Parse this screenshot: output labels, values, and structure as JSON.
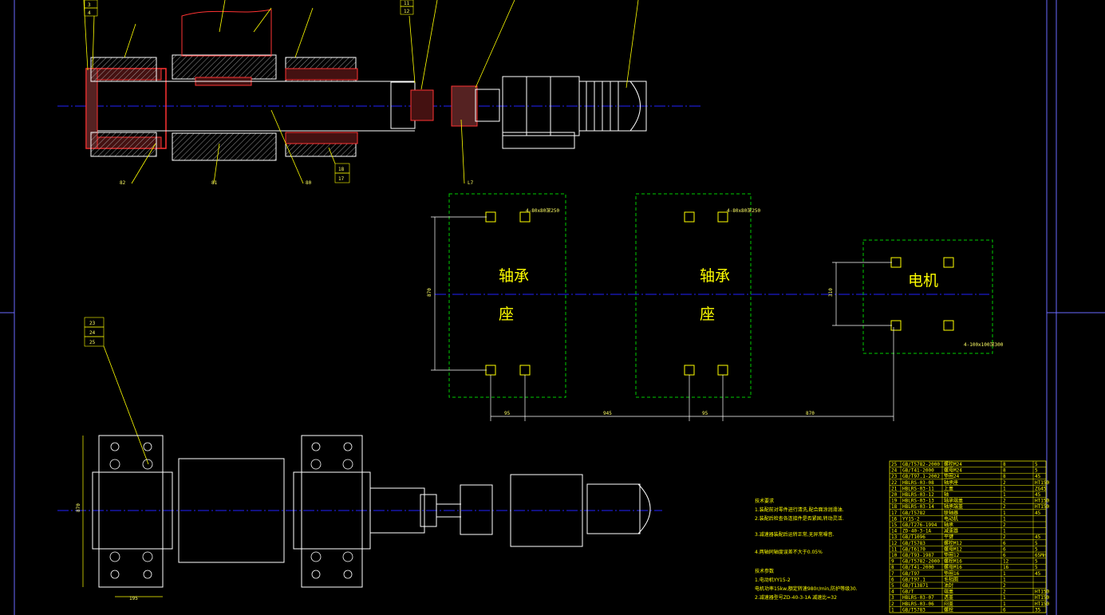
{
  "colors": {
    "background": "#000000",
    "outline": "#ffffff",
    "leader": "#ffff00",
    "centerline": "#0000ff",
    "section": "#ff3333",
    "foundation": "#00cc00",
    "text": "#ffff00"
  },
  "top_view": {
    "callouts_top": [
      "3",
      "4",
      "11",
      "12"
    ],
    "callouts_bottom": [
      "82",
      "81",
      "80",
      "18",
      "17",
      "L7"
    ]
  },
  "foundation": {
    "blocks": [
      {
        "label_line1": "轴承",
        "label_line2": "座",
        "bolt_note": "4-80x80深250"
      },
      {
        "label_line1": "轴承",
        "label_line2": "座",
        "bolt_note": "4-80x80深250"
      },
      {
        "label_line1": "电机",
        "label_line2": "",
        "bolt_note": "4-100x100深300"
      }
    ],
    "dims": {
      "height": "870",
      "motor_height": "310",
      "d1": "95",
      "d2": "945",
      "d3": "95",
      "d4": "870"
    }
  },
  "plan_view": {
    "callouts": [
      "23",
      "24",
      "25"
    ],
    "dim_left": "870",
    "dim_bottom": "195"
  },
  "notes": {
    "title1": "技术要求",
    "lines1": [
      "1.装配前对零件进行清洗,配合面涂润滑油.",
      "2.装配后检查各连接件是否紧固,转动灵活.",
      "3.减速器装配后运转正常,无异常噪音.",
      "4.两轴同轴度误差不大于0.05%"
    ],
    "title2": "技术参数",
    "lines2": [
      "1.电动机YY15-2",
      "  电机功率15kw,额定转速980r/min,防护等级30.",
      "2.减速器型号ZD-40-3-1A 减速比=32"
    ]
  },
  "parts_table": {
    "rows": [
      [
        "25",
        "GB/T5782-2000",
        "螺栓M24",
        "8",
        "5"
      ],
      [
        "24",
        "GB/T41-2000",
        "螺母M24",
        "8",
        "5"
      ],
      [
        "23",
        "GB/T97.1-2002",
        "垫圈24",
        "8",
        "45"
      ],
      [
        "22",
        "HBLRS-03-08",
        "轴承座",
        "2",
        "HT150"
      ],
      [
        "21",
        "HBLRS-03-11",
        "上盖",
        "1",
        "ZG45"
      ],
      [
        "20",
        "HBLRS-03-12",
        "轴",
        "1",
        "45"
      ],
      [
        "19",
        "HBLRS-03-13",
        "轴承端盖",
        "2",
        "HT150"
      ],
      [
        "18",
        "HBLRS-03-14",
        "轴承端盖",
        "2",
        "HT150"
      ],
      [
        "17",
        "GB/T5782",
        "联轴器",
        "1",
        "45"
      ],
      [
        "16",
        "YY15-2",
        "电动机",
        "1",
        ""
      ],
      [
        "15",
        "GB/T276-1994",
        "轴承",
        "2",
        ""
      ],
      [
        "14",
        "ZD-40-3-1A",
        "减速器",
        "1",
        ""
      ],
      [
        "13",
        "GB/T1096",
        "平键",
        "2",
        "45"
      ],
      [
        "12",
        "GB/T5783",
        "螺栓M12",
        "6",
        "5"
      ],
      [
        "11",
        "GB/T6170",
        "螺母M12",
        "6",
        "5"
      ],
      [
        "10",
        "GB/T93-1987",
        "垫圈12",
        "6",
        "65Mn"
      ],
      [
        "9",
        "GB/T5782-2000",
        "螺栓M16",
        "12",
        "5"
      ],
      [
        "8",
        "GB/T41-2000",
        "螺母M16",
        "16",
        "5"
      ],
      [
        "7",
        "GB/T97",
        "垫圈16",
        "1",
        "45"
      ],
      [
        "6",
        "GB/T97.1",
        "毛毡圈",
        "1",
        ""
      ],
      [
        "5",
        "GB/T13871",
        "油封",
        "2",
        ""
      ],
      [
        "4",
        "GB/T",
        "端盖",
        "2",
        "HT150"
      ],
      [
        "3",
        "HBLRS-03-07",
        "透盖",
        "1",
        "HT150"
      ],
      [
        "2",
        "HBLRS-03-06",
        "闷盖",
        "1",
        "HT150"
      ],
      [
        "1",
        "GB/T5783",
        "螺栓",
        "6",
        "35"
      ]
    ]
  }
}
